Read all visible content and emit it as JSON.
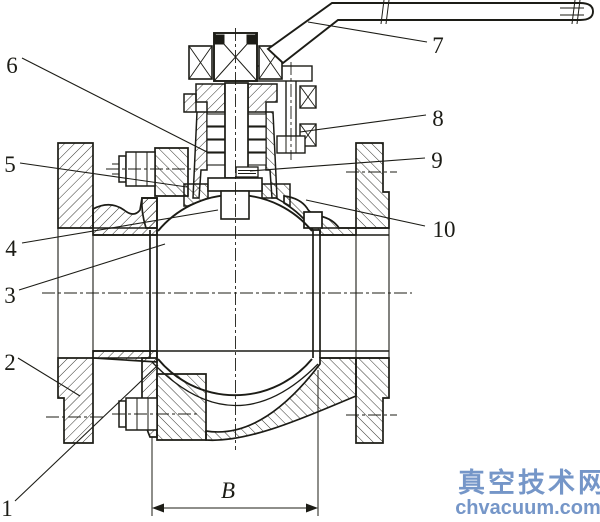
{
  "figure": {
    "type": "technical-section-drawing",
    "subject": "Flanged ball valve cross-section with lever handle",
    "background_color": "#ffffff",
    "line_color": "#1c1c16"
  },
  "callouts": [
    "1",
    "2",
    "3",
    "4",
    "5",
    "6",
    "7",
    "8",
    "9",
    "10"
  ],
  "dimension": {
    "label": "B"
  },
  "watermark": {
    "site_name": "真空技术网",
    "site_url": "chvacuum.com",
    "color": "#7596c8"
  }
}
